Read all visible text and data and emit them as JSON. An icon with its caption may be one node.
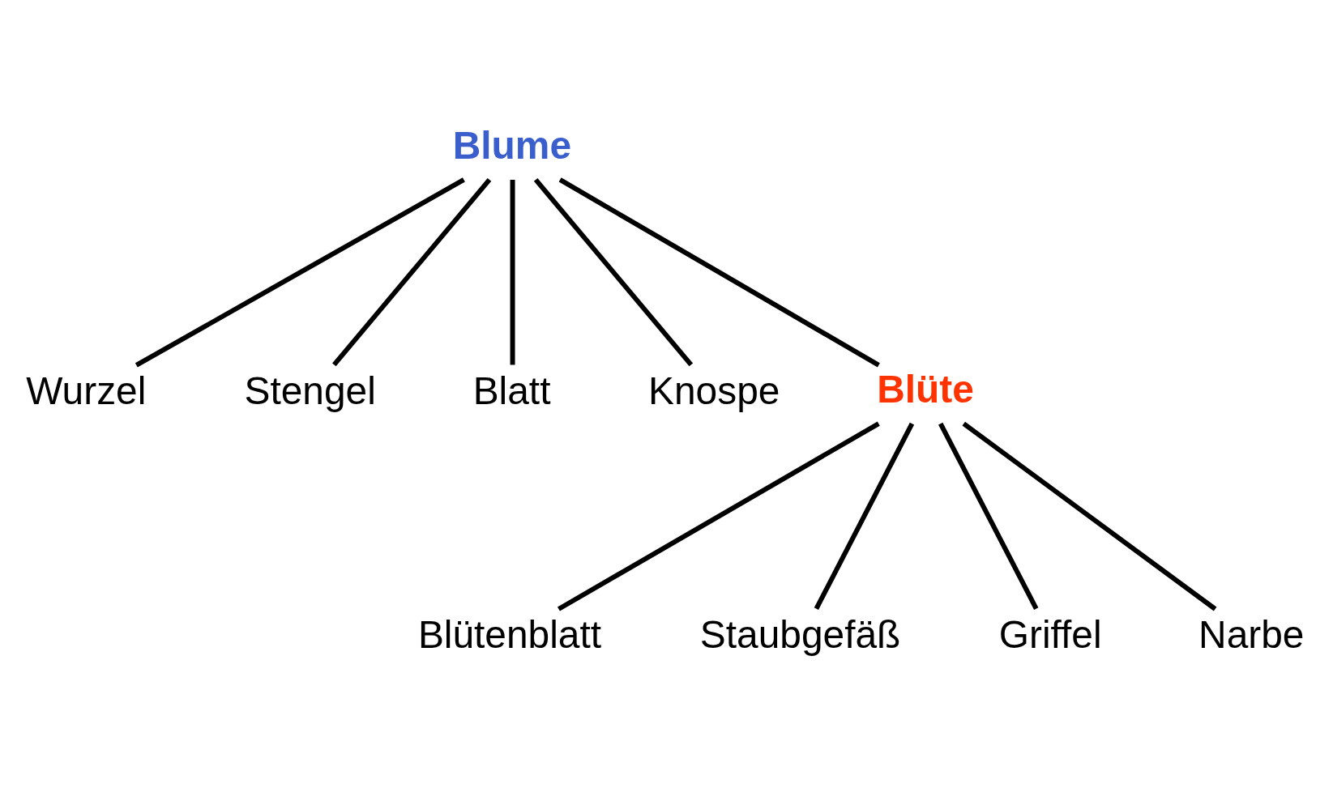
{
  "diagram": {
    "nodes": [
      {
        "text": [
          "Blume"
        ]
      },
      {
        "text": [
          "Wurzel"
        ]
      },
      {
        "text": [
          "Stengel"
        ]
      },
      {
        "text": [
          "Blatt"
        ]
      },
      {
        "text": [
          "Knospe"
        ]
      },
      {
        "text": [
          "Blüte"
        ]
      },
      {
        "text": [
          "Blütenblatt"
        ]
      },
      {
        "text": [
          "Staubgefäß"
        ]
      },
      {
        "text": [
          "Griffel"
        ]
      },
      {
        "text": [
          "Narbe"
        ]
      }
    ],
    "edges": [
      {
        "from": 0,
        "to": 1,
        "arrow": "none"
      },
      {
        "from": 0,
        "to": 2,
        "arrow": "none"
      },
      {
        "from": 0,
        "to": 3,
        "arrow": "none"
      },
      {
        "from": 0,
        "to": 4,
        "arrow": "none"
      },
      {
        "from": 0,
        "to": 5,
        "arrow": "none"
      },
      {
        "from": 5,
        "to": 6,
        "arrow": "none"
      },
      {
        "from": 5,
        "to": 7,
        "arrow": "none"
      },
      {
        "from": 5,
        "to": 8,
        "arrow": "none"
      },
      {
        "from": 5,
        "to": 9,
        "arrow": "none"
      }
    ]
  }
}
